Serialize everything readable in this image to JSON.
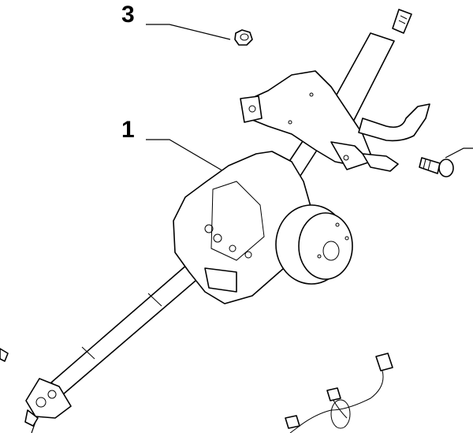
{
  "diagram": {
    "callouts": [
      {
        "label": "3",
        "part": "nut"
      },
      {
        "label": "1",
        "part": "steering-column-assembly"
      }
    ],
    "colors": {
      "line": "#000000",
      "background": "#ffffff"
    }
  }
}
